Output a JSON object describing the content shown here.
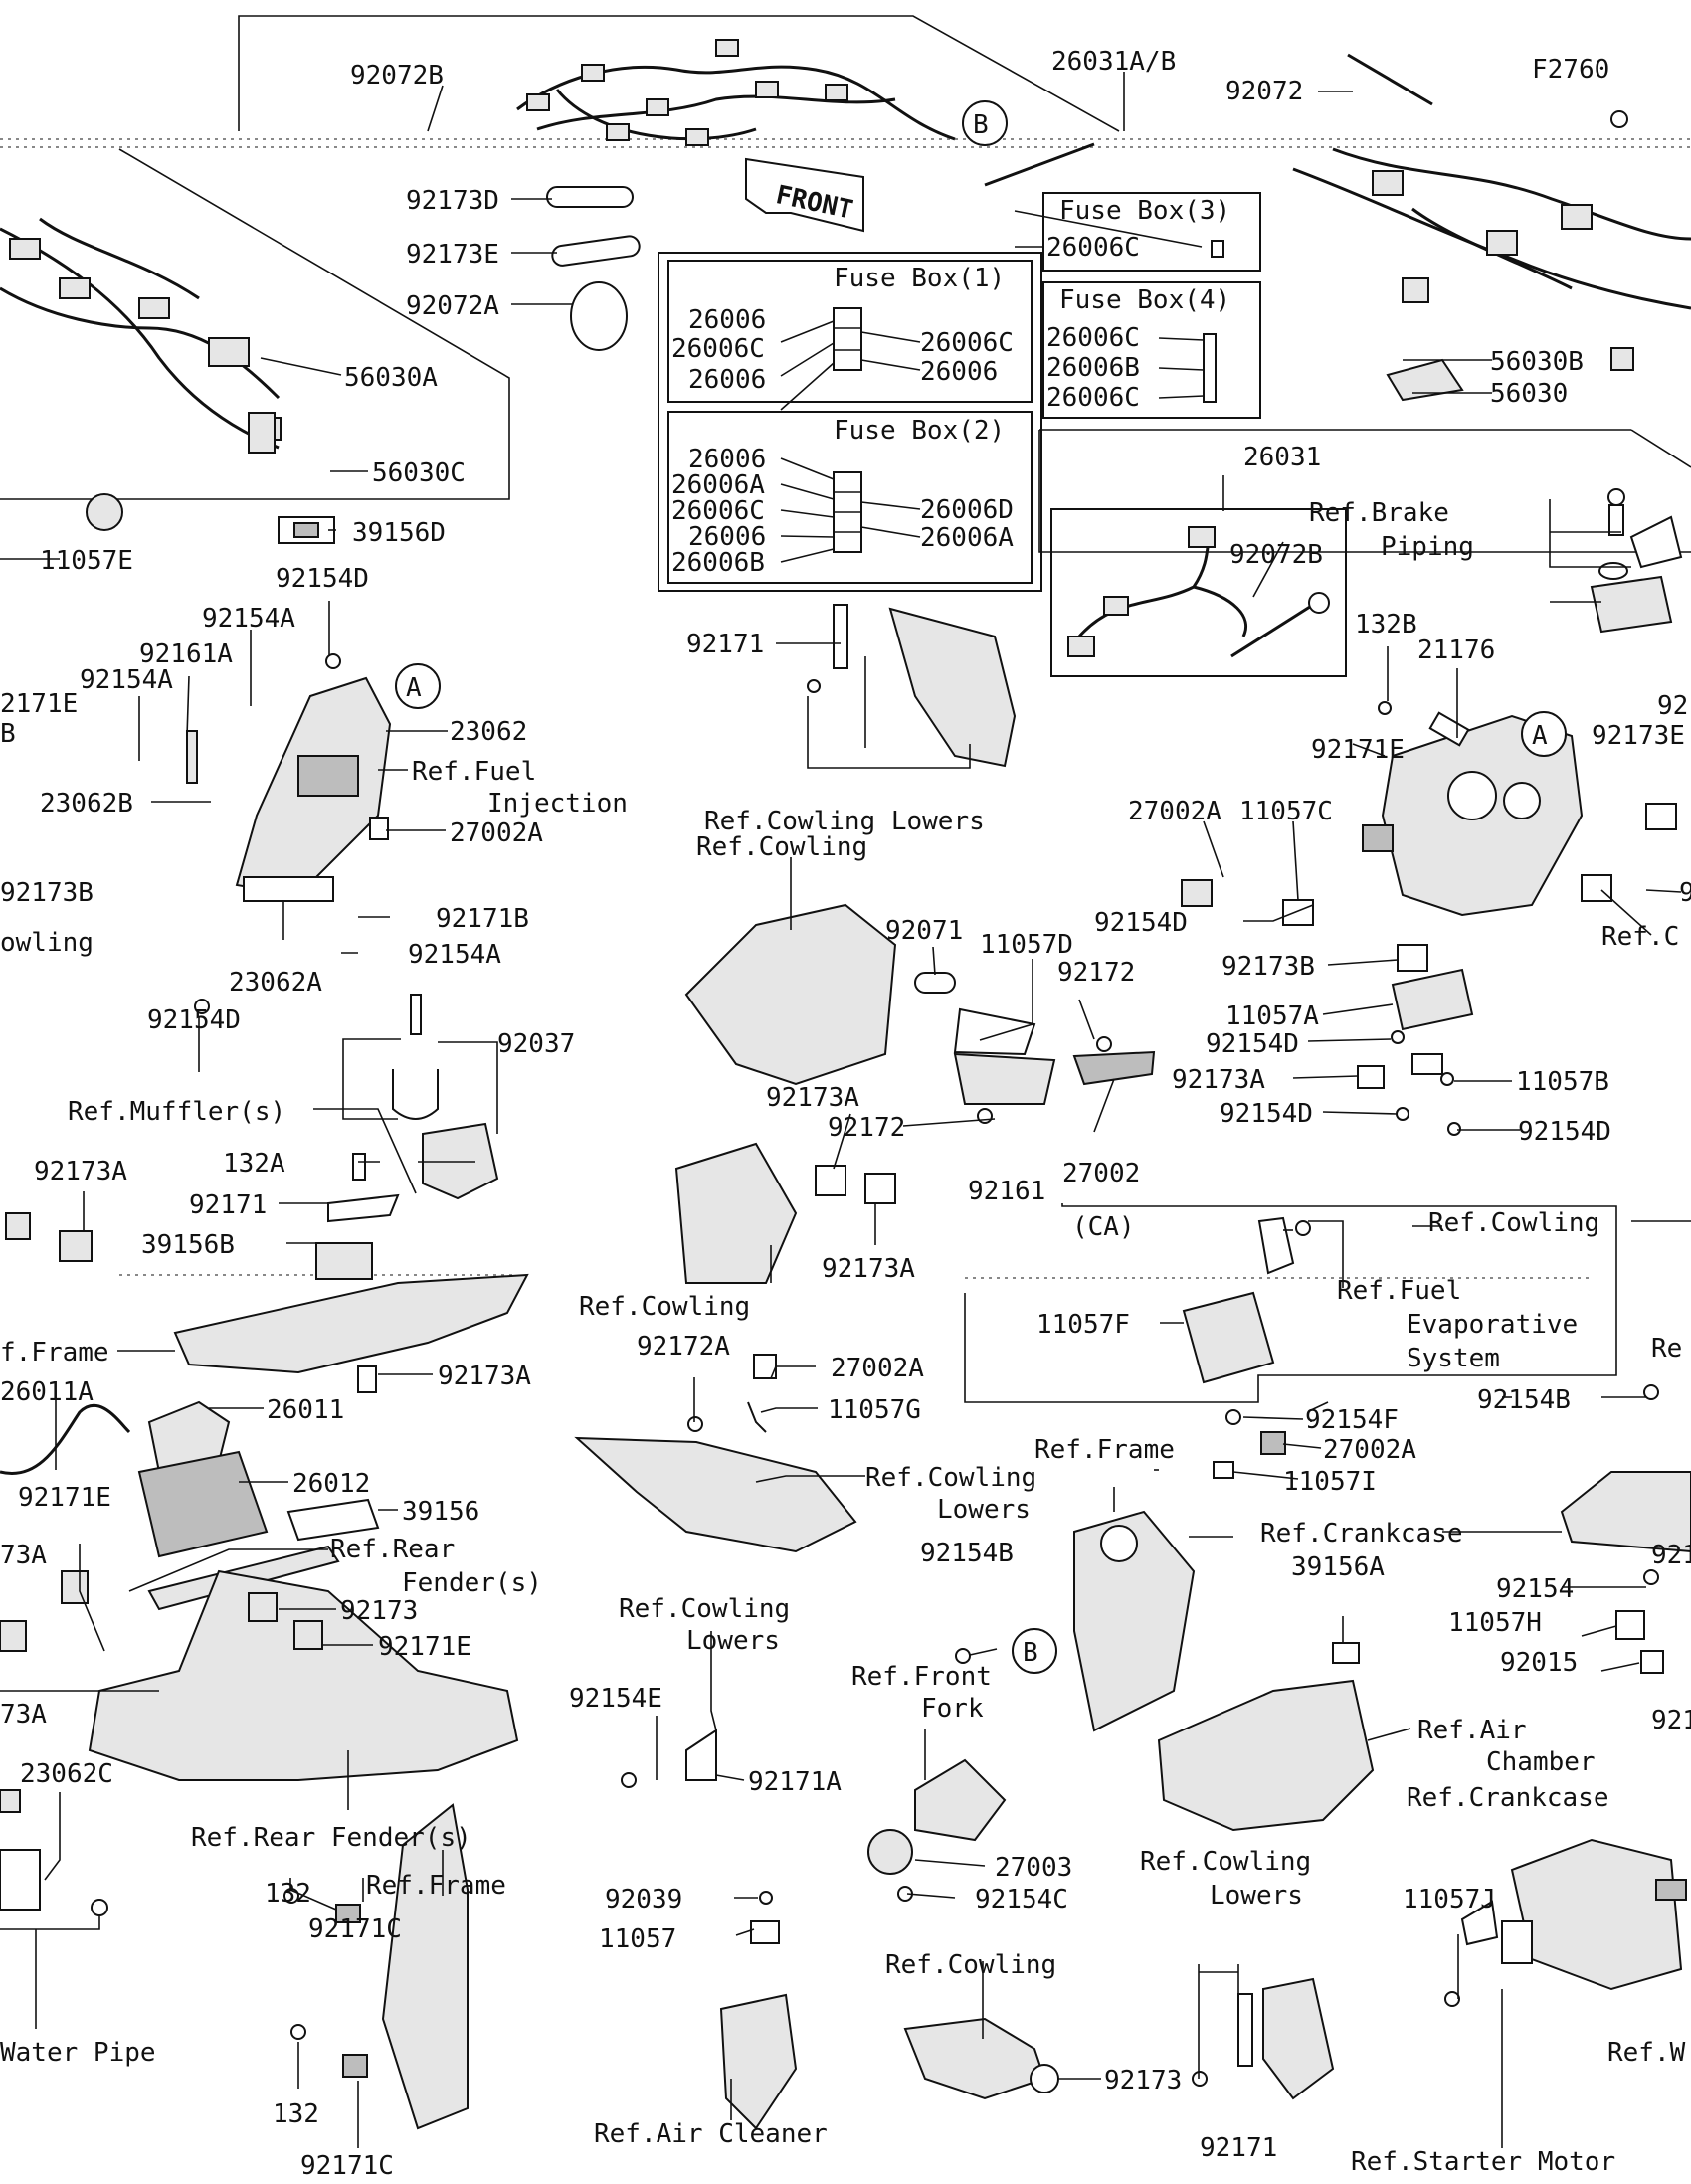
{
  "diagram": {
    "code": "F2760",
    "front_sign": "FRONT",
    "markers": {
      "a": "A",
      "b": "B",
      "ca": "(CA)"
    },
    "fuse_boxes": {
      "fb1": {
        "title": "Fuse Box(1)",
        "l1": "26006",
        "l2": "26006C",
        "l3": "26006",
        "r1": "26006C",
        "r2": "26006"
      },
      "fb2": {
        "title": "Fuse Box(2)",
        "l1": "26006",
        "l2": "26006A",
        "l3": "26006C",
        "l4": "26006",
        "l5": "26006B",
        "r1": "26006D",
        "r2": "26006A"
      },
      "fb3": {
        "title": "Fuse Box(3)",
        "l1": "26006C"
      },
      "fb4": {
        "title": "Fuse Box(4)",
        "l1": "26006C",
        "l2": "26006B",
        "l3": "26006C"
      }
    },
    "labels": {
      "p92072b_top": "92072B",
      "p26031ab": "26031A/B",
      "p92072": "92072",
      "p92173d": "92173D",
      "p92173e": "92173E",
      "p92072a": "92072A",
      "p56030a": "56030A",
      "p56030c": "56030C",
      "p39156d": "39156D",
      "p11057e": "11057E",
      "p92154d_a": "92154D",
      "p92154a_a": "92154A",
      "p92161a": "92161A",
      "p92154a_b": "92154A",
      "p92171e_l": "2171E",
      "p_b_frag": "B",
      "p23062": "23062",
      "p_ref_fuel": "Ref.Fuel",
      "p_injection": "Injection",
      "p23062b": "23062B",
      "p27002a_l": "27002A",
      "p92173b_l": "92173B",
      "p_owling": "owling",
      "p92171b": "92171B",
      "p92154a_c": "92154A",
      "p23062a": "23062A",
      "p92154d_b": "92154D",
      "p92037": "92037",
      "p_ref_muffler": "Ref.Muffler(s)",
      "p92173a_l": "92173A",
      "p132a": "132A",
      "p92171_m": "92171",
      "p39156b": "39156B",
      "p_ref_frame_l": "f.Frame",
      "p92173a_m": "92173A",
      "p26011a": "26011A",
      "p26011": "26011",
      "p26012": "26012",
      "p92171e_m": "92171E",
      "p39156": "39156",
      "p_ref_rear_fender": "Ref.Rear",
      "p_fender_s": "Fender(s)",
      "p73a_1": "73A",
      "p92173_m": "92173",
      "p92171e_m2": "92171E",
      "p73a_2": "73A",
      "p23062c": "23062C",
      "p_ref_rear_fender2": "Ref.Rear Fender(s)",
      "p132_a": "132",
      "p_ref_frame_b": "Ref.Frame",
      "p92171c_a": "92171C",
      "p132_b": "132",
      "p92171c_b": "92171C",
      "p_water_pipe": "Water Pipe",
      "p92171": "92171",
      "p_ref_cowling_lowers": "Ref.Cowling Lowers",
      "p_ref_cowling": "Ref.Cowling",
      "p92071": "92071",
      "p11057d": "11057D",
      "p92172_a": "92172",
      "p92173a_c": "92173A",
      "p92172_b": "92172",
      "p92161": "92161",
      "p27002": "27002",
      "p92173a_c2": "92173A",
      "p_ref_cowling_c": "Ref.Cowling",
      "p92172a": "92172A",
      "p27002a_c": "27002A",
      "p11057g": "11057G",
      "p_ref_cowling_lw": "Ref.Cowling",
      "p_lowers_a": "Lowers",
      "p_ref_cowling_lw2": "Ref.Cowling",
      "p_lowers_b": "Lowers",
      "p92154e": "92154E",
      "p92171a": "92171A",
      "p92039": "92039",
      "p11057": "11057",
      "p_ref_air_cleaner": "Ref.Air Cleaner",
      "p26031": "26031",
      "p92072b_r": "92072B",
      "p_ref_brake": "Ref.Brake",
      "p_piping": "Piping",
      "p132b": "132B",
      "p21176": "21176",
      "p92171e_r": "92171E",
      "p92173e_r": "92173E",
      "p92_r": "92",
      "p27002a_r": "27002A",
      "p11057c": "11057C",
      "p92154d_r1": "92154D",
      "p92173b_r": "92173B",
      "p_ref_c_r": "Ref.C",
      "p9_r": "9",
      "p11057a": "11057A",
      "p92154d_r2": "92154D",
      "p92173a_r": "92173A",
      "p11057b": "11057B",
      "p92154d_r3": "92154D",
      "p92154d_r4": "92154D",
      "p_ref_cowling_r": "Ref.Cowling",
      "p11057f": "11057F",
      "p_ref_fuel_r": "Ref.Fuel",
      "p_evaporative": "Evaporative",
      "p_system": "System",
      "p_re_r": "Re",
      "p92154b_r": "92154B",
      "p56030b": "56030B",
      "p56030": "56030",
      "p_ref_frame_c": "Ref.Frame",
      "p92154f": "92154F",
      "p27002a_c2": "27002A",
      "p11057i": "11057I",
      "p92154b": "92154B",
      "p_ref_crankcase": "Ref.Crankcase",
      "p39156a": "39156A",
      "p92154_r": "92154",
      "p921_r": "921",
      "p11057h": "11057H",
      "p92015": "92015",
      "p921_r2": "921",
      "p_ref_front": "Ref.Front",
      "p_fork": "Fork",
      "p_ref_air": "Ref.Air",
      "p_chamber": "Chamber",
      "p_ref_crankcase2": "Ref.Crankcase",
      "p27003": "27003",
      "p92154c": "92154C",
      "p11057j": "11057J",
      "p_ref_cowling_b": "Ref.Cowling",
      "p92173_b": "92173",
      "p92171_b": "92171",
      "p_ref_cowling_lwb": "Ref.Cowling",
      "p_lowers_c": "Lowers",
      "p_ref_w": "Ref.W",
      "p_ref_starter": "Ref.Starter Motor"
    }
  }
}
